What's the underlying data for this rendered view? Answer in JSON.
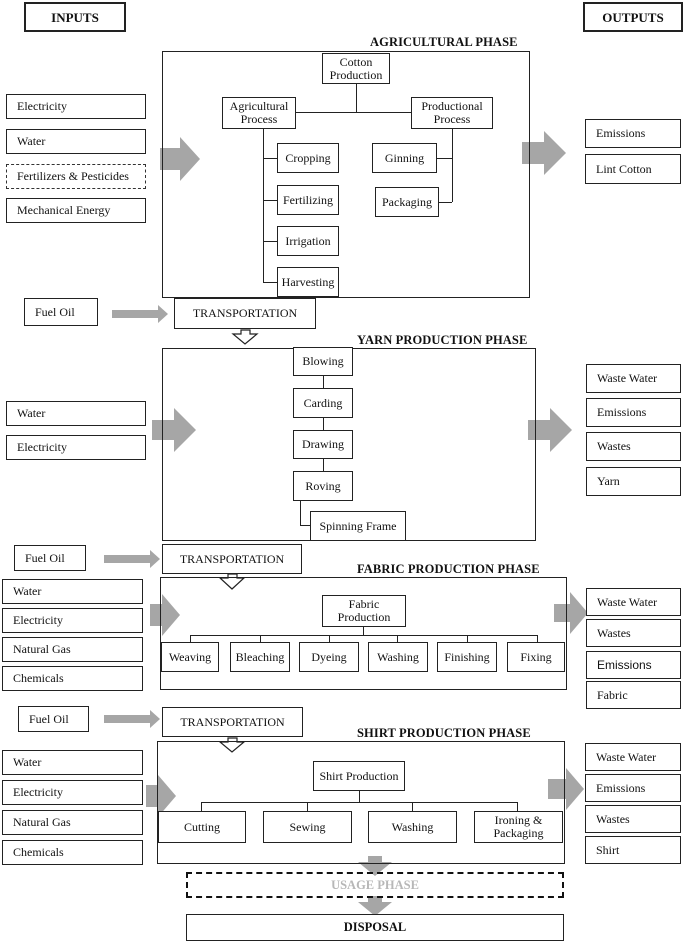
{
  "header": {
    "inputs": "INPUTS",
    "outputs": "OUTPUTS"
  },
  "agricultural": {
    "title": "AGRICULTURAL PHASE",
    "root": "Cotton Production",
    "left_branch": "Agricultural Process",
    "right_branch": "Productional Process",
    "left_steps": [
      "Cropping",
      "Fertilizing",
      "Irrigation",
      "Harvesting"
    ],
    "right_steps": [
      "Ginning",
      "Packaging"
    ],
    "inputs": [
      "Electricity",
      "Water",
      "Fertilizers & Pesticides",
      "Mechanical Energy"
    ],
    "outputs": [
      "Emissions",
      "Lint Cotton"
    ]
  },
  "transport_1": {
    "fuel": "Fuel Oil",
    "label": "TRANSPORTATION"
  },
  "yarn": {
    "title": "YARN PRODUCTION PHASE",
    "steps": [
      "Blowing",
      "Carding",
      "Drawing",
      "Roving",
      "Spinning Frame"
    ],
    "inputs": [
      "Water",
      "Electricity"
    ],
    "outputs": [
      "Waste Water",
      "Emissions",
      "Wastes",
      "Yarn"
    ]
  },
  "transport_2": {
    "fuel": "Fuel Oil",
    "label": "TRANSPORTATION"
  },
  "fabric": {
    "title": "FABRIC PRODUCTION PHASE",
    "root": "Fabric Production",
    "steps": [
      "Weaving",
      "Bleaching",
      "Dyeing",
      "Washing",
      "Finishing",
      "Fixing"
    ],
    "inputs": [
      "Water",
      "Electricity",
      "Natural Gas",
      "Chemicals"
    ],
    "outputs": [
      "Waste Water",
      "Wastes",
      "Emissions",
      "Fabric"
    ]
  },
  "transport_3": {
    "fuel": "Fuel Oil",
    "label": "TRANSPORTATION"
  },
  "shirt": {
    "title": "SHIRT PRODUCTION PHASE",
    "root": "Shirt Production",
    "steps": [
      "Cutting",
      "Sewing",
      "Washing",
      "Ironing & Packaging"
    ],
    "inputs": [
      "Water",
      "Electricity",
      "Natural Gas",
      "Chemicals"
    ],
    "outputs": [
      "Waste Water",
      "Emissions",
      "Wastes",
      "Shirt"
    ]
  },
  "usage": "USAGE PHASE",
  "disposal": "DISPOSAL",
  "colors": {
    "arrow": "#a6a6a6",
    "line": "#222222",
    "usage_text": "#b7b7b7"
  }
}
